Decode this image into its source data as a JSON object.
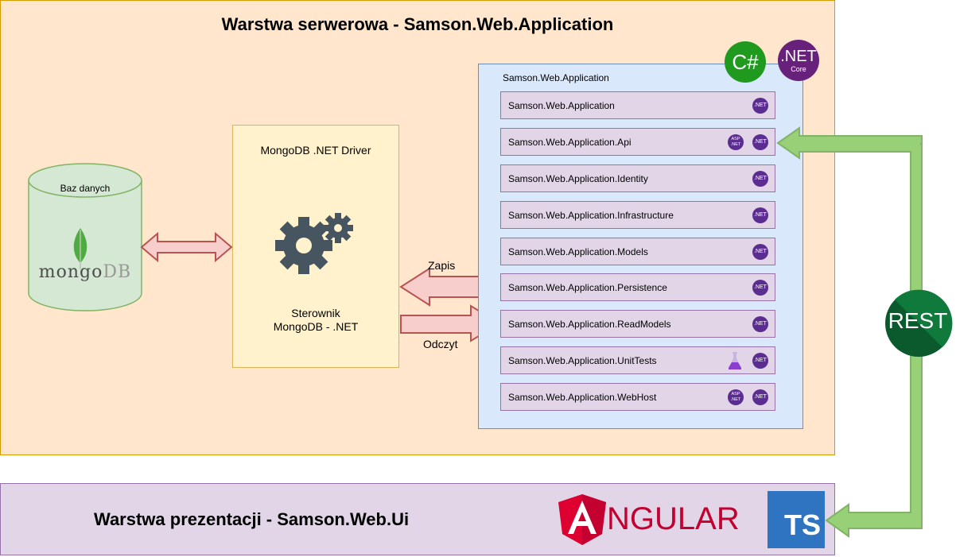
{
  "server_layer": {
    "title": "Warstwa serwerowa - Samson.Web.Application"
  },
  "presentation_layer": {
    "title": "Warstwa prezentacji - Samson.Web.Ui"
  },
  "database": {
    "label": "Baz danych",
    "logo_text_mongo": "mongo",
    "logo_text_db": "DB"
  },
  "driver": {
    "title": "MongoDB .NET Driver",
    "caption_line1": "Sterownik",
    "caption_line2": "MongoDB - .NET",
    "icon": "gears-icon"
  },
  "flows": {
    "write": "Zapis",
    "read": "Odczyt",
    "rest": "REST"
  },
  "app": {
    "container_label": "Samson.Web.Application",
    "modules": [
      {
        "label": "Samson.Web.Application",
        "badges": [
          "net"
        ]
      },
      {
        "label": "Samson.Web.Application.Api",
        "badges": [
          "asp",
          "net"
        ]
      },
      {
        "label": "Samson.Web.Application.Identity",
        "badges": [
          "net"
        ]
      },
      {
        "label": "Samson.Web.Application.Infrastructure",
        "badges": [
          "net"
        ]
      },
      {
        "label": "Samson.Web.Application.Models",
        "badges": [
          "net"
        ]
      },
      {
        "label": "Samson.Web.Application.Persistence",
        "badges": [
          "net"
        ]
      },
      {
        "label": "Samson.Web.Application.ReadModels",
        "badges": [
          "net"
        ]
      },
      {
        "label": "Samson.Web.Application.UnitTests",
        "badges": [
          "flask",
          "net"
        ]
      },
      {
        "label": "Samson.Web.Application.WebHost",
        "badges": [
          "asp",
          "net"
        ]
      }
    ],
    "net_badge_text": ".NET",
    "asp_badge_line1": "ASP",
    "asp_badge_line2": ".NET"
  },
  "logos": {
    "csharp": "C#",
    "netcore_big": ".NET",
    "netcore_small": "Core",
    "angular": "NGULAR",
    "angular_letter": "A",
    "typescript": "TS"
  },
  "colors": {
    "server_fill": "#ffe6cc",
    "presentation_fill": "#e1d5e7",
    "arrow_red_fill": "#f8cecc",
    "arrow_red_stroke": "#b85450",
    "arrow_green_fill": "#97d077",
    "arrow_green_stroke": "#82b366",
    "mongo_green": "#4faa41"
  }
}
